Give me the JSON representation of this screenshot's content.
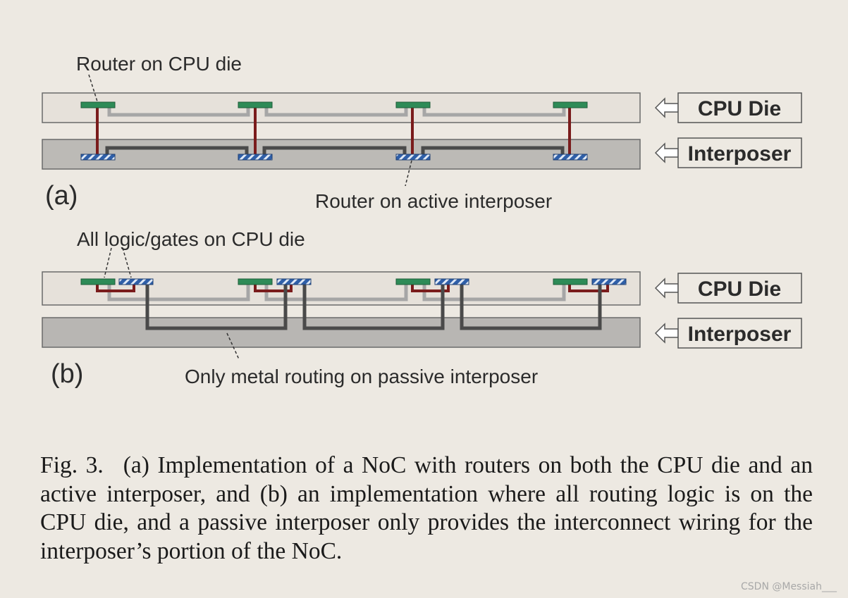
{
  "figure": {
    "panel_a": {
      "label": "(a)",
      "callout_top": "Router on CPU die",
      "callout_bottom": "Router on active interposer",
      "cpu_box_label": "CPU Die",
      "interposer_box_label": "Interposer"
    },
    "panel_b": {
      "label": "(b)",
      "callout_top": "All logic/gates on CPU die",
      "callout_bottom": "Only metal routing on passive interposer",
      "cpu_box_label": "CPU Die",
      "interposer_box_label": "Interposer"
    },
    "colors": {
      "die": "#e6e1da",
      "interposer_active": "#bcbab6",
      "interposer_passive": "#b8b6b3",
      "router_cpu": "#2e8b57",
      "router_interposer": "#2f5fa8",
      "tsv": "#7a1c1c",
      "wire_cpu": "#a6a6a6",
      "wire_interposer": "#4a4a4a"
    }
  },
  "caption": {
    "number": "Fig. 3.",
    "text": "(a) Implementation of a NoC with routers on both the CPU die and an active interposer, and (b) an implementation where all routing logic is on the CPU die, and a passive interposer only provides the interconnect wiring for the interposer’s portion of the NoC."
  },
  "watermark": "CSDN @Messiah___"
}
